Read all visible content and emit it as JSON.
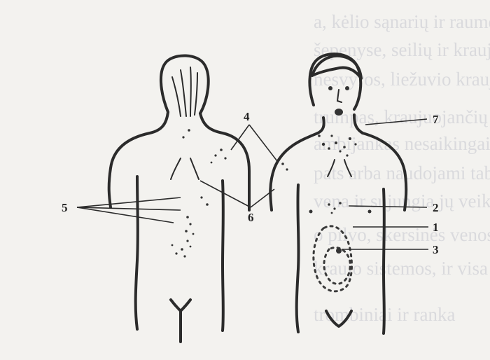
{
  "figure": {
    "background_color": "#f3f2ef",
    "ink_color": "#2b2b2b",
    "background_text_lines": [
      "a, kėlio sąnarių ir raumenų skausm",
      "šepenyse, seilių ir kraujo, kita ir",
      "nesvyros, liežuvio kraujuojantys ir",
      "trumpas, kraujuojančių gleivinių.",
      "ambijankas nesaikingai, jų didžioji",
      "pats arba naudojami tablečių",
      "vena ir sujungia jų veikimą",
      "o pilvo, skersinės venos gali",
      "kraujo sistemos, ir visa tai",
      "trombiniai ir ranka"
    ],
    "callout_labels": {
      "label_1": "1",
      "label_2": "2",
      "label_3": "3",
      "label_4": "4",
      "label_5": "5",
      "label_6": "6",
      "label_7": "7"
    }
  }
}
